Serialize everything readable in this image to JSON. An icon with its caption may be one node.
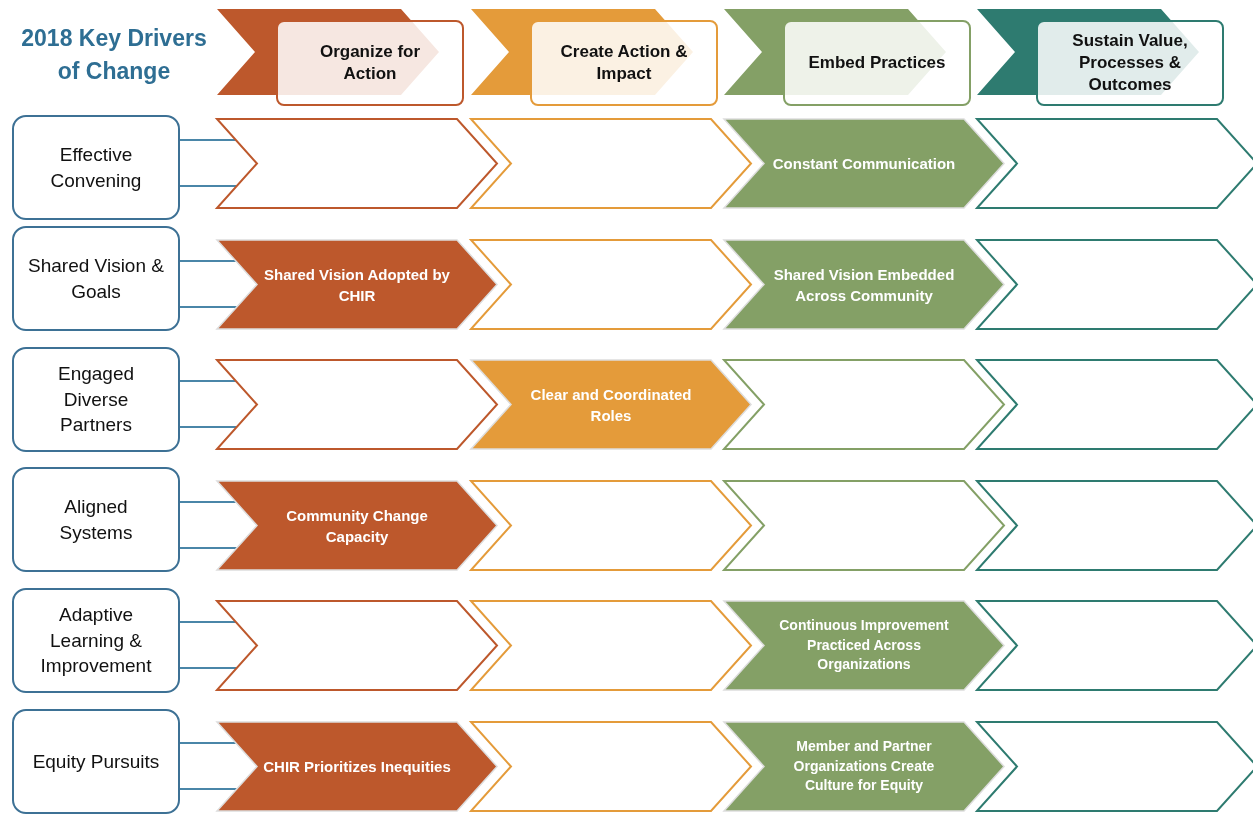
{
  "diagram": {
    "title": "2018 Key Drivers of Change",
    "nodes": [
      {
        "text": [
          "Organize for Action"
        ]
      },
      {
        "text": [
          "Create Action & Impact"
        ]
      },
      {
        "text": [
          "Embed Practices"
        ]
      },
      {
        "text": [
          "Sustain Value, Processes & Outcomes"
        ]
      },
      {
        "text": [
          "Effective Convening"
        ]
      },
      {
        "text": [],
        "shape": "chevron"
      },
      {
        "text": [],
        "shape": "chevron"
      },
      {
        "text": [
          "Constant Communication"
        ]
      },
      {
        "text": [],
        "shape": "chevron"
      },
      {
        "text": [
          "Shared Vision & Goals"
        ]
      },
      {
        "text": [
          "Shared Vision Adopted by CHIR"
        ]
      },
      {
        "text": [],
        "shape": "chevron"
      },
      {
        "text": [
          "Shared Vision Embedded Across Community"
        ]
      },
      {
        "text": [],
        "shape": "chevron"
      },
      {
        "text": [
          "Engaged Diverse Partners"
        ]
      },
      {
        "text": [],
        "shape": "chevron"
      },
      {
        "text": [
          "Clear and Coordinated Roles"
        ]
      },
      {
        "text": [],
        "shape": "chevron"
      },
      {
        "text": [],
        "shape": "chevron"
      },
      {
        "text": [
          "Aligned Systems"
        ]
      },
      {
        "text": [
          "Community Change Capacity"
        ]
      },
      {
        "text": [],
        "shape": "chevron"
      },
      {
        "text": [],
        "shape": "chevron"
      },
      {
        "text": [],
        "shape": "chevron"
      },
      {
        "text": [
          "Adaptive Learning & Improvement"
        ]
      },
      {
        "text": [],
        "shape": "chevron"
      },
      {
        "text": [],
        "shape": "chevron"
      },
      {
        "text": [
          "Continuous Improvement Practiced Across Organizations"
        ]
      },
      {
        "text": [],
        "shape": "chevron"
      },
      {
        "text": [
          "Equity Pursuits"
        ]
      },
      {
        "text": [
          "CHIR Prioritizes Inequities"
        ]
      },
      {
        "text": [],
        "shape": "chevron"
      },
      {
        "text": [
          "Member and Partner Organizations Create Culture for Equity"
        ]
      },
      {
        "text": [],
        "shape": "chevron"
      },
      {
        "text": [],
        "shape": "chevron"
      },
      {
        "text": [],
        "shape": "chevron"
      },
      {
        "text": [],
        "shape": "chevron"
      },
      {
        "text": [],
        "shape": "chevron"
      }
    ],
    "edges": [
      {
        "from": 4,
        "to": 5,
        "arrow": "none"
      },
      {
        "from": 4,
        "to": 5,
        "arrow": "none"
      },
      {
        "from": 9,
        "to": 10,
        "arrow": "none"
      },
      {
        "from": 9,
        "to": 10,
        "arrow": "none"
      },
      {
        "from": 14,
        "to": 15,
        "arrow": "none"
      },
      {
        "from": 14,
        "to": 15,
        "arrow": "none"
      },
      {
        "from": 19,
        "to": 20,
        "arrow": "none"
      },
      {
        "from": 19,
        "to": 20,
        "arrow": "none"
      },
      {
        "from": 24,
        "to": 25,
        "arrow": "none"
      },
      {
        "from": 24,
        "to": 25,
        "arrow": "none"
      },
      {
        "from": 29,
        "to": 30,
        "arrow": "none"
      },
      {
        "from": 29,
        "to": 30,
        "arrow": "none"
      }
    ]
  }
}
